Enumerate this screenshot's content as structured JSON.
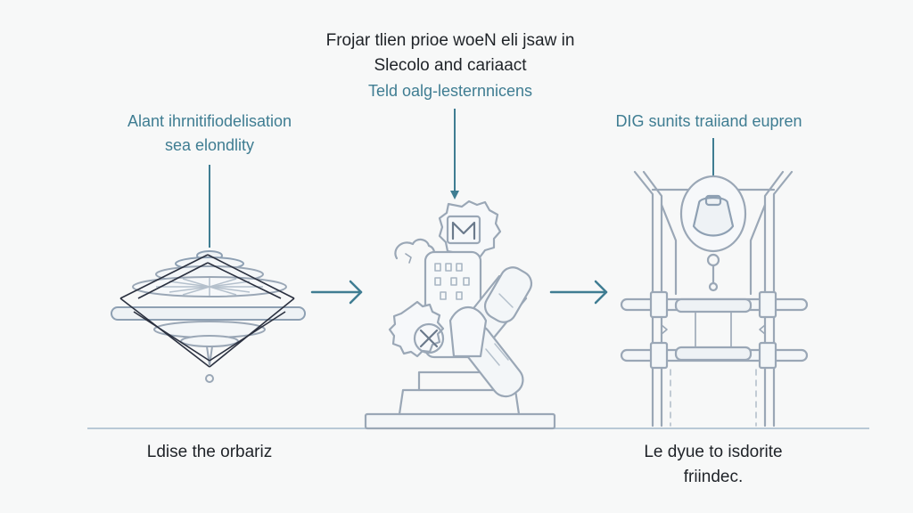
{
  "top_caption": {
    "line1": "Frojar tlien prioe woeN eli jsaw in",
    "line2": "Slecolo and cariaact",
    "subtitle": "Teld oalg-lesternnicens"
  },
  "left_caption": {
    "line1": "Alant ihrnitifiodelisation",
    "line2": "sea elondlity"
  },
  "right_caption": {
    "line1": "DIG sunits traiiand  eupren"
  },
  "bottom_left_caption": "Ldise the orbariz",
  "bottom_right_caption": {
    "line1": "Le dyue to isdorite",
    "line2": "friindec."
  },
  "icons": {
    "left": "spinning-top-icon",
    "center": "robotic-machine-icon",
    "right": "frame-lamp-structure-icon",
    "arrow1": "arrow-right-icon",
    "arrow2": "arrow-right-icon"
  },
  "colors": {
    "background": "#f7f8f8",
    "teal_accent": "#3f7d92",
    "line_art": "#9aa7b6",
    "dark_line": "#2b3140",
    "text_dark": "#1f2328"
  }
}
